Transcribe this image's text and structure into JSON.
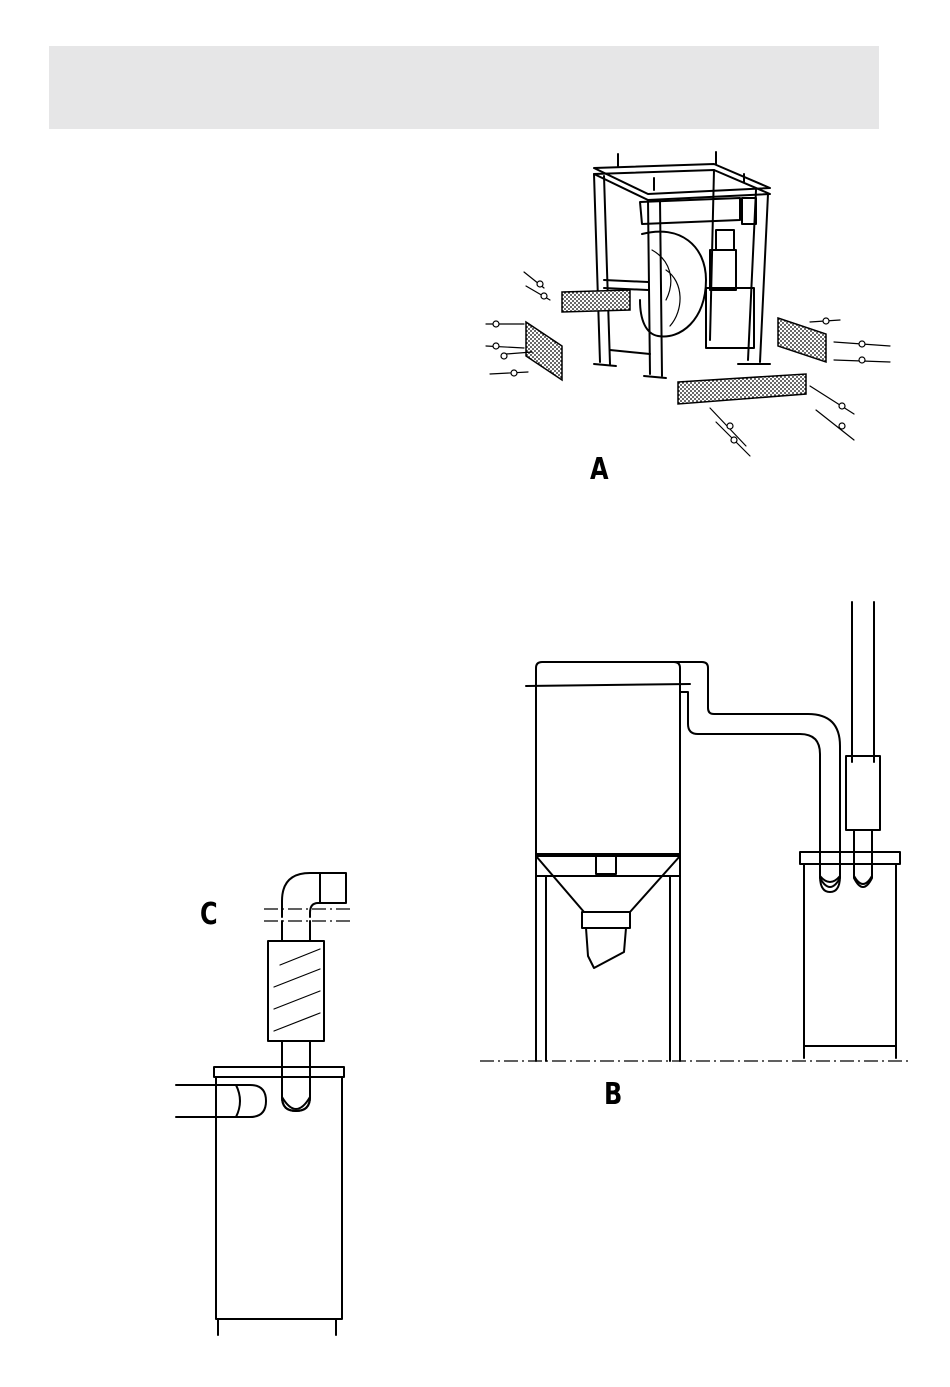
{
  "figures": {
    "a": {
      "label": "A",
      "icon": "frame-with-side-panels-illustration"
    },
    "b": {
      "label": "B",
      "icon": "silo-and-duct-connection-illustration"
    },
    "c": {
      "label": "C",
      "icon": "vertical-duct-connection-illustration"
    }
  }
}
